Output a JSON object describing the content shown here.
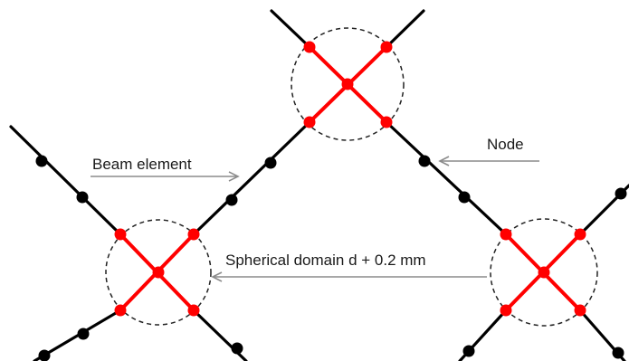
{
  "labels": {
    "beam": "Beam element",
    "node": "Node",
    "domain": "Spherical domain d + 0.2 mm"
  },
  "colors": {
    "beam": "#000000",
    "node": "#000000",
    "joint": "#ff0000",
    "domain_outline": "#222222",
    "arrow": "#8c8c8c"
  }
}
